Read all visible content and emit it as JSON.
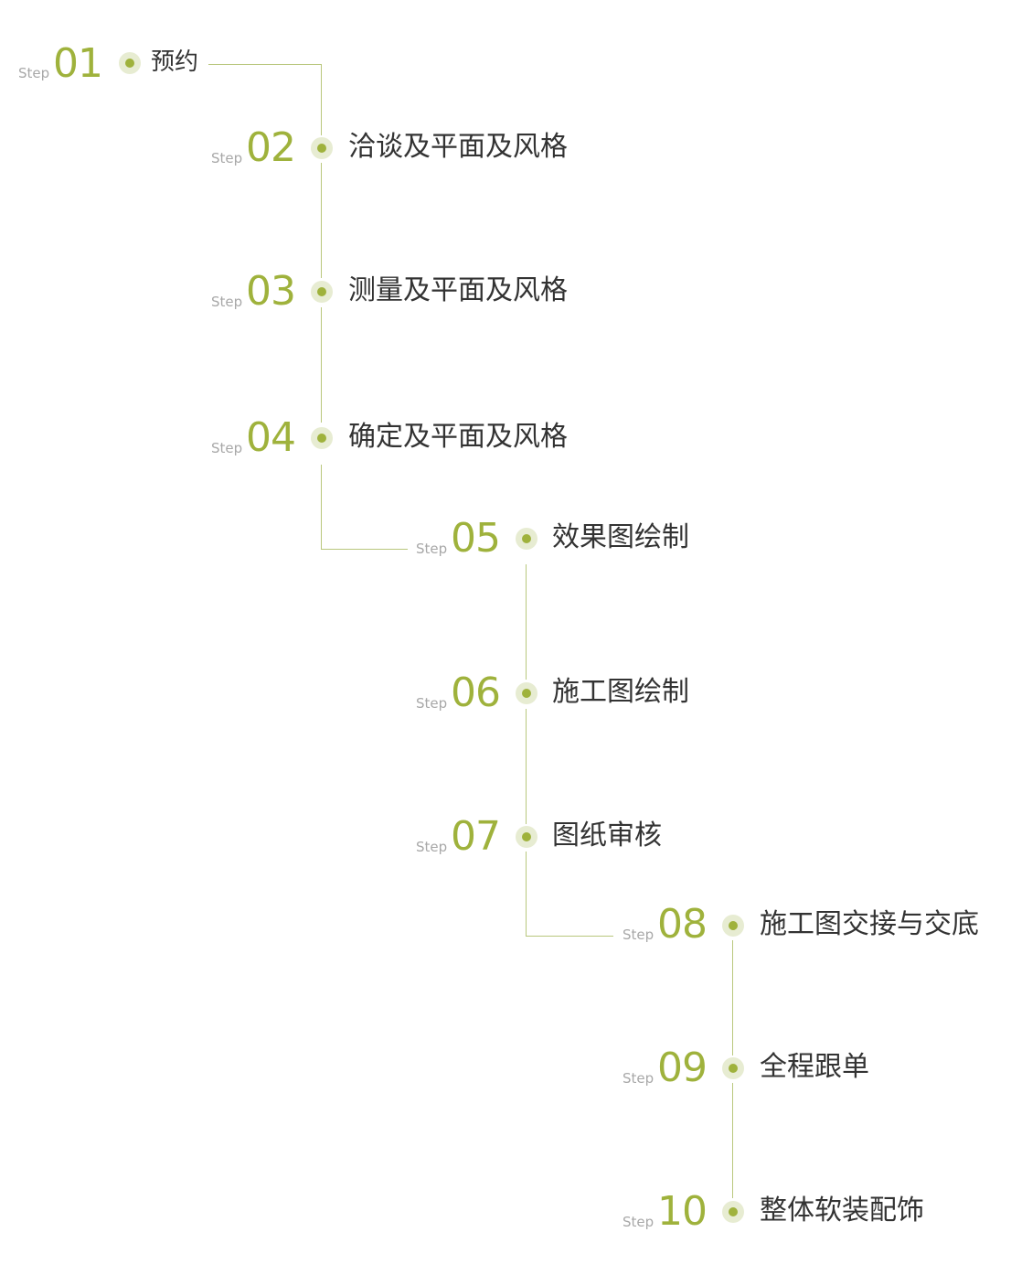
{
  "steps": [
    {
      "prefix": "Step",
      "number": "01",
      "title": "预约"
    },
    {
      "prefix": "Step",
      "number": "02",
      "title": "洽谈及平面及风格"
    },
    {
      "prefix": "Step",
      "number": "03",
      "title": "测量及平面及风格"
    },
    {
      "prefix": "Step",
      "number": "04",
      "title": "确定及平面及风格"
    },
    {
      "prefix": "Step",
      "number": "05",
      "title": "效果图绘制"
    },
    {
      "prefix": "Step",
      "number": "06",
      "title": "施工图绘制"
    },
    {
      "prefix": "Step",
      "number": "07",
      "title": "图纸审核"
    },
    {
      "prefix": "Step",
      "number": "08",
      "title": "施工图交接与交底"
    },
    {
      "prefix": "Step",
      "number": "09",
      "title": "全程跟单"
    },
    {
      "prefix": "Step",
      "number": "10",
      "title": "整体软装配饰"
    }
  ],
  "colors": {
    "accent": "#9fb23c",
    "line": "#b9c77d",
    "label": "#a8a8a8",
    "text": "#333333"
  }
}
